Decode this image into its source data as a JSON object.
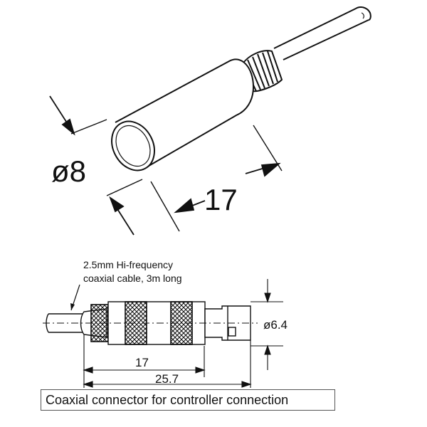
{
  "sensor": {
    "diameter_label": "ø8",
    "length_label": "17"
  },
  "connector": {
    "cable_note_line1": "2.5mm Hi-frequency",
    "cable_note_line2": "coaxial cable, 3m long",
    "diameter_label": "ø6.4",
    "inner_length_label": "17",
    "total_length_label": "25.7"
  },
  "caption": "Coaxial connector for controller connection"
}
